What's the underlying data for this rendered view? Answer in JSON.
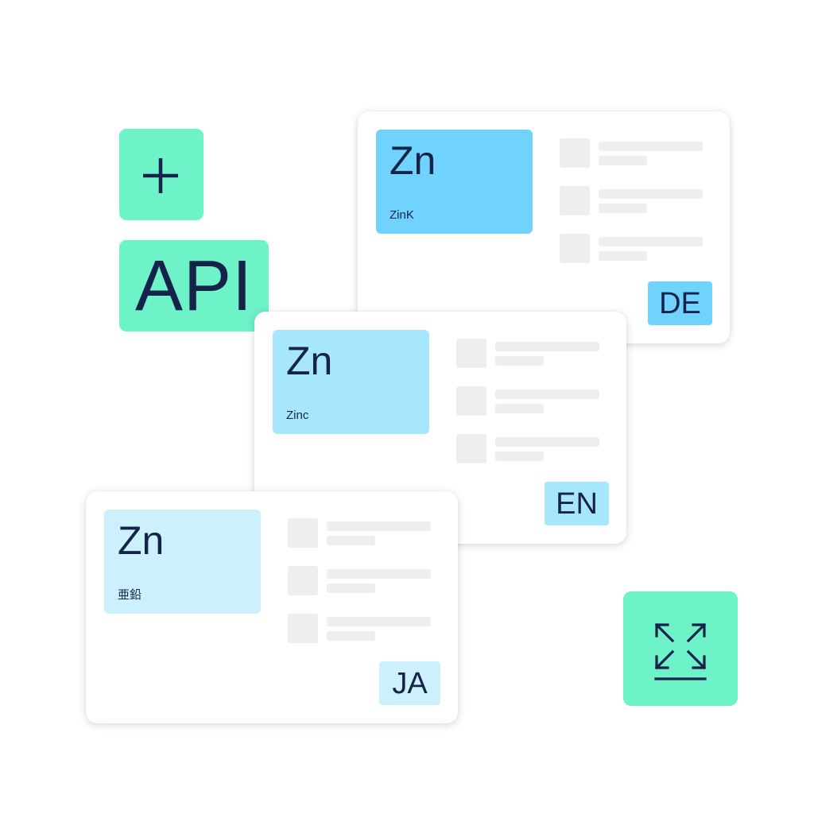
{
  "tiles": {
    "api_label": "API",
    "plus_icon": "plus-icon",
    "expand_icon": "expand-arrows-icon"
  },
  "cards": [
    {
      "symbol": "Zn",
      "name": "ZinK",
      "lang": "DE"
    },
    {
      "symbol": "Zn",
      "name": "Zinc",
      "lang": "EN"
    },
    {
      "symbol": "Zn",
      "name": "亜鉛",
      "lang": "JA"
    }
  ],
  "colors": {
    "green_tile": "#6ef2c8",
    "de_blue": "#6fd3fd",
    "en_blue": "#a6e7fd",
    "ja_blue": "#cdf0fd",
    "ink": "#15234a",
    "placeholder": "#eeeeee"
  }
}
